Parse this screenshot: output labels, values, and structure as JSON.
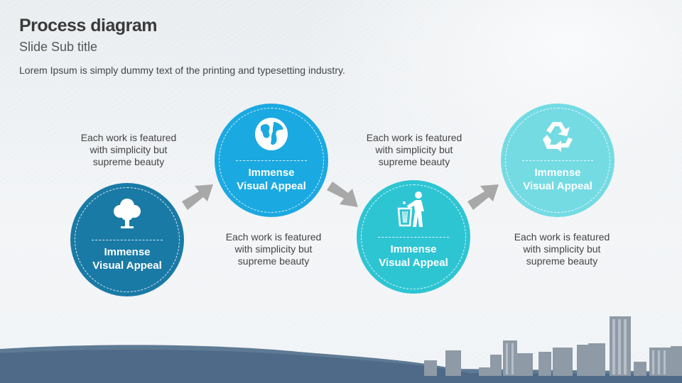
{
  "header": {
    "title": "Process diagram",
    "subtitle": "Slide Sub title",
    "description": "Lorem Ipsum is simply dummy text of the printing and typesetting industry."
  },
  "steps": [
    {
      "icon": "tree-icon",
      "color": "#1a7aa6",
      "label_line1": "Immense",
      "label_line2": "Visual Appeal",
      "caption": "Each work is featured\nwith simplicity but\nsupreme beauty"
    },
    {
      "icon": "globe-icon",
      "color": "#1ba9e1",
      "label_line1": "Immense",
      "label_line2": "Visual Appeal",
      "caption": "Each work is featured\nwith simplicity but\nsupreme beauty"
    },
    {
      "icon": "recycle-bin-person-icon",
      "color": "#2ec5d3",
      "label_line1": "Immense",
      "label_line2": "Visual Appeal",
      "caption": "Each work is featured\nwith simplicity but\nsupreme beauty"
    },
    {
      "icon": "recycle-icon",
      "color": "#74dbe3",
      "label_line1": "Immense",
      "label_line2": "Visual Appeal",
      "caption": "Each work is featured\nwith simplicity but\nsupreme beauty"
    }
  ],
  "arrow_color": "#a8a8a8"
}
